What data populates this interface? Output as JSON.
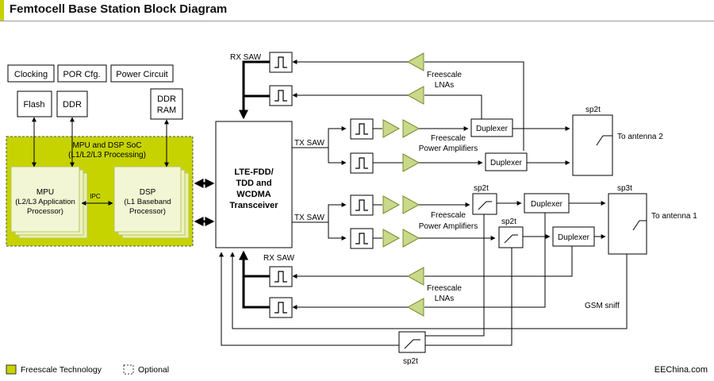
{
  "title": "Femtocell Base Station Block Diagram",
  "colors": {
    "freescale": "#c6d300",
    "freescale_light": "#e8efb0",
    "chip_fill": "#f2f6d4",
    "title_accent": "#c6d300"
  },
  "blocks": {
    "clocking": "Clocking",
    "por_cfg": "POR Cfg.",
    "power_circuit": "Power Circuit",
    "flash": "Flash",
    "ddr": "DDR",
    "ddr_ram_1": "DDR",
    "ddr_ram_2": "RAM",
    "soc_title_1": "MPU and DSP SoC",
    "soc_title_2": "(L1/L2/L3 Processing)",
    "mpu_1": "MPU",
    "mpu_2": "(L2/L3 Application",
    "mpu_3": "Processor)",
    "ipc": "IPC",
    "dsp_1": "DSP",
    "dsp_2": "(L1 Baseband",
    "dsp_3": "Processor)",
    "transceiver_1": "LTE-FDD/",
    "transceiver_2": "TDD and",
    "transceiver_3": "WCDMA",
    "transceiver_4": "Transceiver"
  },
  "rf": {
    "rx_saw": "RX SAW",
    "tx_saw": "TX SAW",
    "lnas_1": "Freescale",
    "lnas_2": "LNAs",
    "pa_1": "Freescale",
    "pa_2": "Power Amplifiers",
    "duplexer": "Duplexer",
    "sp2t": "sp2t",
    "sp3t": "sp3t",
    "antenna_2": "To antenna 2",
    "antenna_1": "To antenna 1",
    "gsm_sniff": "GSM sniff"
  },
  "legend": {
    "freescale_technology": "Freescale Technology",
    "optional": "Optional"
  },
  "watermark": "EEChina.com"
}
